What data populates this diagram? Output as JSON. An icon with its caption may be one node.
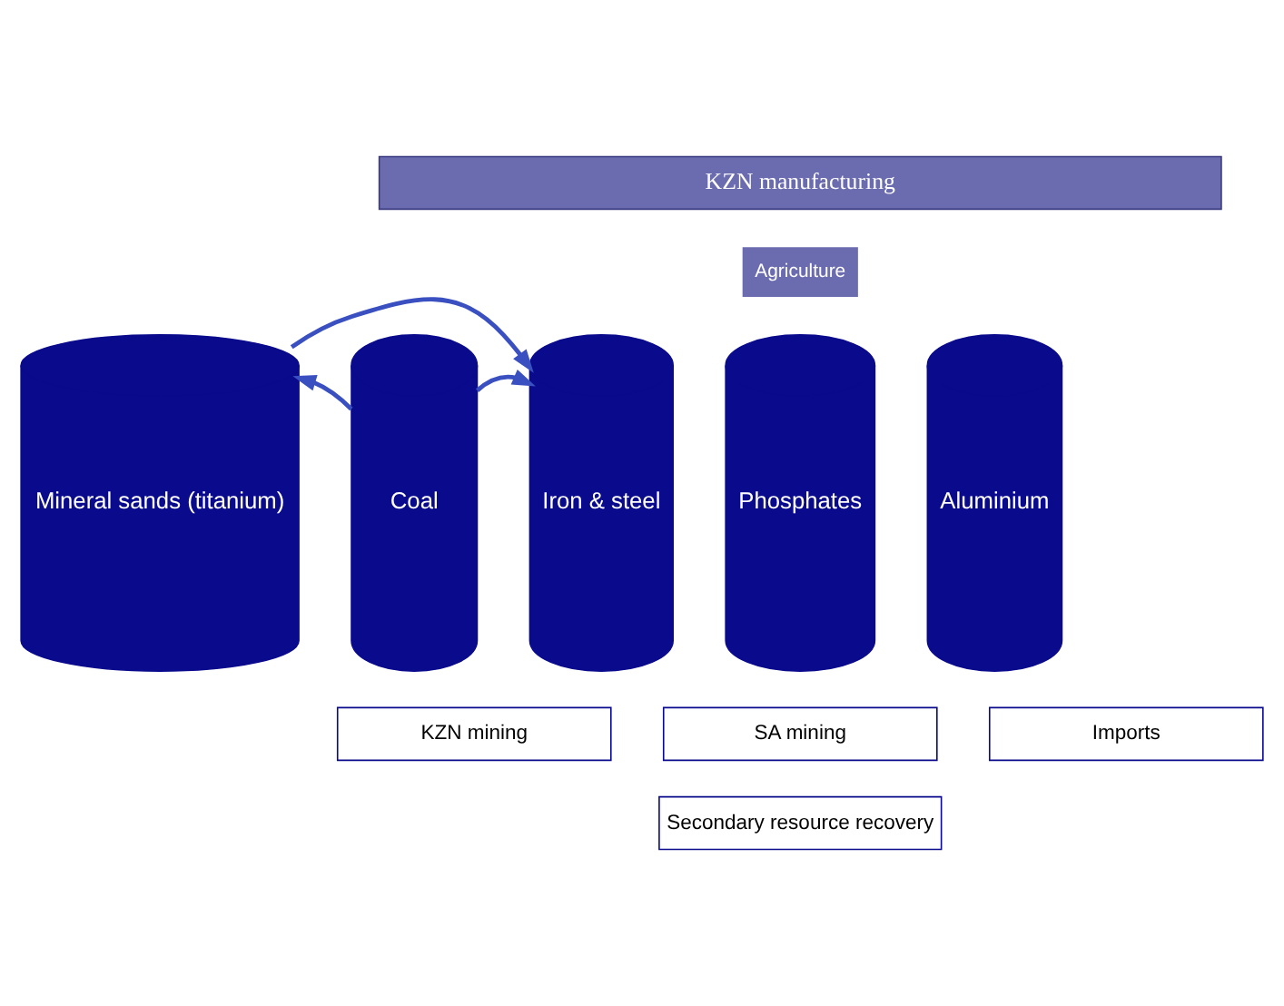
{
  "diagram": {
    "nodes": [
      {
        "text": [
          "KZN manufacturing"
        ]
      },
      {
        "text": [
          "Mineral sands (titanium)"
        ]
      },
      {
        "text": [
          "Coal"
        ]
      },
      {
        "text": [
          "Iron & steel"
        ]
      },
      {
        "text": [
          "Agriculture"
        ]
      },
      {
        "text": [
          "Phosphates"
        ]
      },
      {
        "text": [
          "Aluminium"
        ]
      },
      {
        "text": [
          "KZN mining"
        ]
      },
      {
        "text": [
          "SA mining"
        ]
      },
      {
        "text": [
          "Imports"
        ]
      },
      {
        "text": [
          "Secondary resource recovery"
        ]
      }
    ],
    "edges": [
      {
        "from": 1,
        "to": 3,
        "arrow": "to"
      },
      {
        "from": 2,
        "to": 1,
        "arrow": "to"
      },
      {
        "from": 2,
        "to": 3,
        "arrow": "to"
      }
    ]
  }
}
